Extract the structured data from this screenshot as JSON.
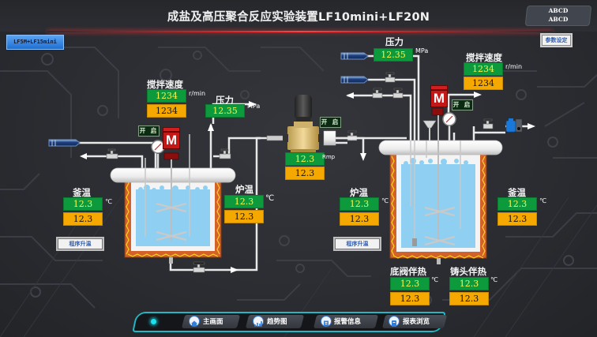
{
  "header": {
    "title": "成盐及高压聚合反应实验装置LF10mini+LF20N",
    "user_line1": "ABCD",
    "user_line2": "ABCD"
  },
  "buttons": {
    "switch_device": "LF5M+LF15mini",
    "param_settings": "参数设定",
    "program_heat_left": "程序升温",
    "program_heat_right": "程序升温"
  },
  "left_reactor": {
    "stir_speed": {
      "label": "搅拌速度",
      "unit": "r/min",
      "measured": "1234",
      "setpoint": "1234"
    },
    "pressure": {
      "label": "压力",
      "unit": "MPa",
      "measured": "12.35"
    },
    "valve_button": "开 启",
    "kettle_temp": {
      "label": "釜温",
      "unit": "℃",
      "measured": "12.3",
      "setpoint": "12.3"
    },
    "furnace_temp": {
      "label": "炉温",
      "unit": "℃",
      "measured": "12.3",
      "setpoint": "12.3"
    }
  },
  "pump": {
    "valve_button": "开 启",
    "unit": "Rmp",
    "measured": "12.3",
    "setpoint": "12.3"
  },
  "right_reactor": {
    "pressure": {
      "label": "压力",
      "unit": "MPa",
      "measured": "12.35"
    },
    "stir_speed": {
      "label": "搅拌速度",
      "unit": "r/min",
      "measured": "1234",
      "setpoint": "1234"
    },
    "valve_button": "开 启",
    "furnace_temp": {
      "label": "炉温",
      "unit": "℃",
      "measured": "12.3",
      "setpoint": "12.3"
    },
    "kettle_temp": {
      "label": "釜温",
      "unit": "℃",
      "measured": "12.3",
      "setpoint": "12.3"
    },
    "bottom_valve_heat": {
      "label": "底阀伴热",
      "unit": "℃",
      "measured": "12.3",
      "setpoint": "12.3"
    },
    "casting_head_heat": {
      "label": "铸头伴热",
      "unit": "℃",
      "measured": "12.3",
      "setpoint": "12.3"
    }
  },
  "motor_label": "M",
  "nav": {
    "items": [
      {
        "label": "主画面",
        "icon": "home-icon"
      },
      {
        "label": "趋势图",
        "icon": "trend-chart-icon"
      },
      {
        "label": "报警信息",
        "icon": "alarm-icon"
      },
      {
        "label": "报表浏览",
        "icon": "report-icon"
      }
    ]
  },
  "colors": {
    "measured_bg": "#0c9a3c",
    "measured_text": "#f5f552",
    "setpoint_bg": "#f5a800",
    "accent_red": "#d4282a",
    "nav_border": "#1fb8c4",
    "liquid": "#8fd0f2"
  }
}
